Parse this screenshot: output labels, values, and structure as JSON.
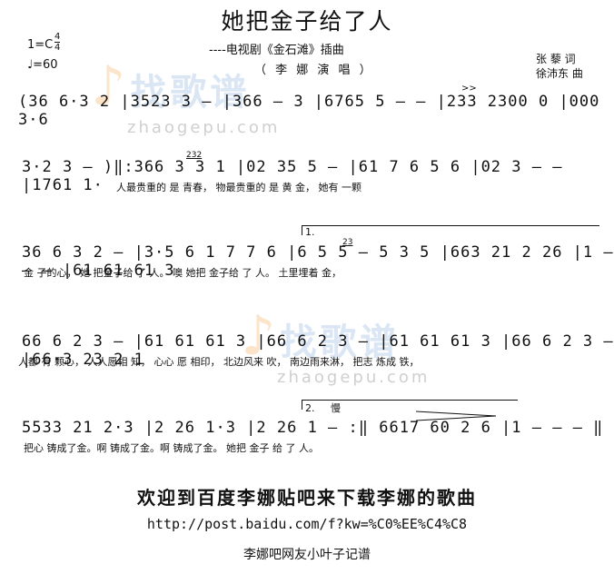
{
  "header": {
    "title": "她把金子给了人",
    "subtitle": "----电视剧《金石滩》插曲",
    "singer": "（ 李 娜 演 唱 ）",
    "lyricist": "张 藜 词",
    "composer": "徐沛东 曲",
    "key": "1=C",
    "meter_top": "4",
    "meter_bottom": "4",
    "tempo": "♩=60"
  },
  "watermark": {
    "text": "找歌谱",
    "url": "zhaogepu.com"
  },
  "rows": [
    {
      "notes": "(36 6·3 2 |3523 3 – |366 – 3 |6765 5 – – |233 2300 0 |000 3·6",
      "lyrics": ""
    },
    {
      "notes": "3·2 3 – )‖:366 3 3  1 |02 35 5 – |61 7 6 5 6 |02 3 – – |1761 1·",
      "lyrics": "人最贵重的    是   青春，       物最贵重的 是    黄 金，        她有 一颗"
    },
    {
      "notes": "36 6 3 2 – |3·5 6 1 7 7 6 |6 5 5 – 5 3 5 |663 21 2 26 |1 – – – |61 61 61 3",
      "lyrics": "金  子的心，  她 把金子给  了  人。     噢    她把    金子给 了   人。      土里埋着  金，"
    },
    {
      "notes": "66 6 2 3 – |61 61 61 3 |66 6 2 3 – |61 61 61 3 |66 6 2 3 – |66·3 23 2 1",
      "lyrics": "人都 有 颗心，  人人愿相 知，  心心 愿 相印，  北边风来 吹，  南边雨来淋，   把志  炼成 铁，"
    },
    {
      "notes": "5533 21 2·3 |2 26 1·3 |2 26 1 – :‖ 6617 60 2 6 |1 – – – ‖",
      "lyrics": "把心  铸成了金。啊  铸成了金。啊 铸成了金。     她把 金子  给 了   人。"
    }
  ],
  "volta_1": "1.",
  "volta_2": "2.",
  "volta_2_mark": "慢",
  "small_marks": {
    "grace_a": "232",
    "grace_b": "23",
    "accent": ">>"
  },
  "footer": {
    "welcome": "欢迎到百度李娜贴吧来下载李娜的歌曲",
    "url": "http://post.baidu.com/f?kw=%C0%EE%C4%C8",
    "credit": "李娜吧网友小叶子记谱"
  }
}
